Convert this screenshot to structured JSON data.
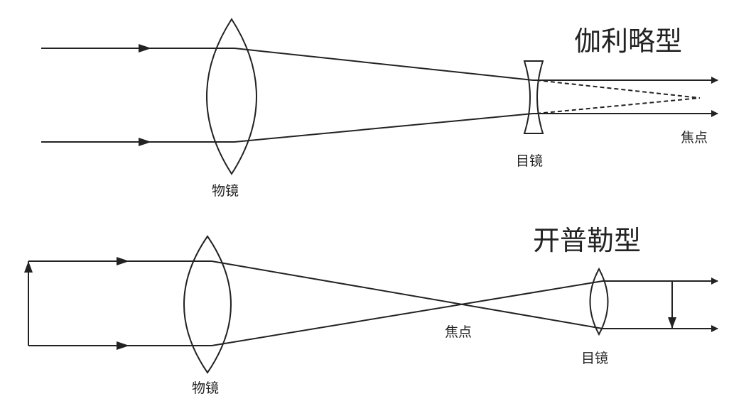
{
  "galilean": {
    "title": "伽利略型",
    "objective_label": "物镜",
    "eyepiece_label": "目镜",
    "focus_label": "焦点"
  },
  "keplerian": {
    "title": "开普勒型",
    "objective_label": "物镜",
    "eyepiece_label": "目镜",
    "focus_label": "焦点"
  },
  "colors": {
    "line": "#222222",
    "background": "#ffffff"
  }
}
